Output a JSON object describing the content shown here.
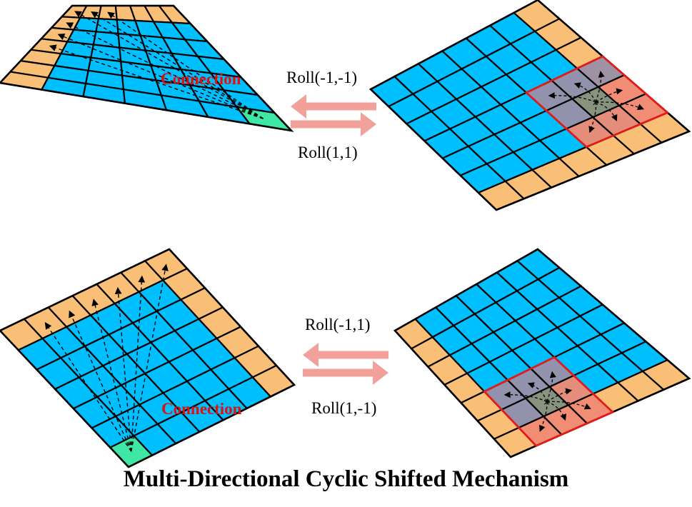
{
  "title": "Multi-Directional Cyclic Shifted Mechanism",
  "connection_label": "Connection",
  "top": {
    "roll_forward": "Roll(-1,-1)",
    "roll_backward": "Roll(1,1)"
  },
  "bottom": {
    "roll_forward": "Roll(-1,1)",
    "roll_backward": "Roll(1,-1)"
  },
  "grid_size": 7,
  "colors": {
    "window_cell": "#00bfff",
    "shifted_cell": "#f9bf77",
    "query_cell": "#3ee8a4",
    "window_overlay": "#f08a74",
    "window_border": "#e21a1a",
    "window_center": "#9a8fa8",
    "arrow": "#f2a09a",
    "connection_text": "#e01010",
    "grid_line": "#000000"
  }
}
